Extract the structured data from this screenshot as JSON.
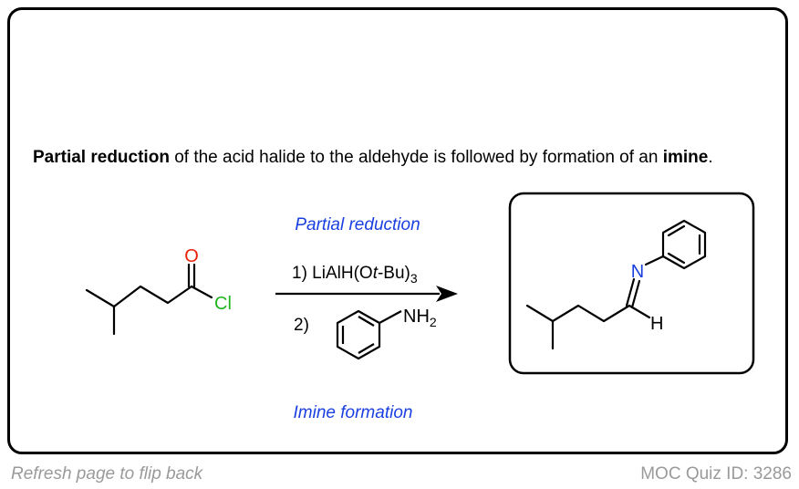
{
  "description": {
    "bold_1": "Partial reduction",
    "text_1": " of the acid halide to the aldehyde is followed by formation of an ",
    "bold_2": "imine",
    "text_2": "."
  },
  "reagents": {
    "step1_label": "Partial reduction",
    "step1_reagent_prefix": "1) LiAlH(O",
    "step1_reagent_italic": "t",
    "step1_reagent_suffix": "-Bu)",
    "step1_reagent_subscript": "3",
    "step2_number": "2)",
    "step2_nh": "NH",
    "step2_subscript": "2",
    "step2_label": "Imine formation"
  },
  "reactant": {
    "oxygen": "O",
    "chlorine": "Cl"
  },
  "product": {
    "nitrogen": "N",
    "hydrogen": "H"
  },
  "colors": {
    "label_blue": "#1a3fe0",
    "oxygen_red": "#e8200a",
    "chlorine_green": "#1fb51f",
    "nitrogen_blue": "#1a3fe0",
    "footer_gray": "#9a9a9a"
  },
  "footer": {
    "left": "Refresh page to flip back",
    "right": "MOC Quiz ID: 3286"
  }
}
